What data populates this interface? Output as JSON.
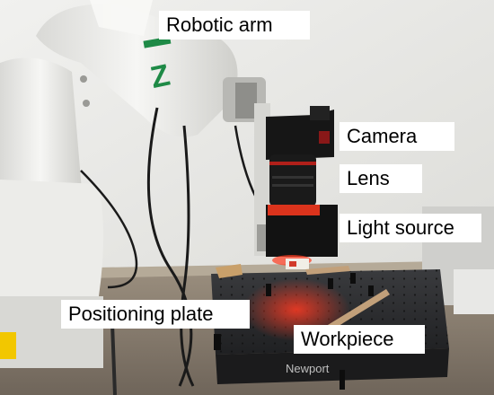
{
  "photo": {
    "subject": "robotic camera inspection setup",
    "brand_mark": "Newport"
  },
  "callouts": {
    "robotic_arm": "Robotic arm",
    "camera": "Camera",
    "lens": "Lens",
    "light_source": "Light source",
    "positioning_plate": "Positioning plate",
    "workpiece": "Workpiece"
  },
  "colors": {
    "wall": "#e9e9e7",
    "arm_white": "#f2f2f0",
    "arm_green": "#1e8a46",
    "camera_black": "#161616",
    "laser_red": "#ff2a1a",
    "plate_dark": "#2a2b2d",
    "table": "#8f8272"
  }
}
